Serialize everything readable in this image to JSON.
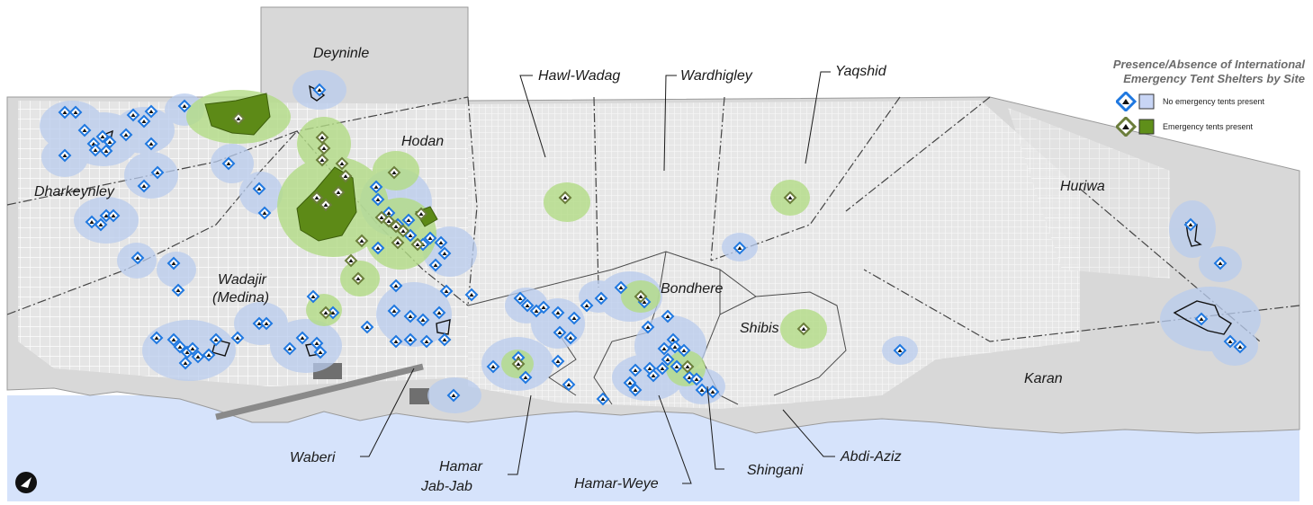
{
  "legend": {
    "title_line1": "Presence/Absence of International",
    "title_line2": "Emergency Tent Shelters by Site",
    "items": [
      {
        "label": "No emergency tents present",
        "diamond_color": "#1f78e0",
        "swatch_color": "#c8d5f5"
      },
      {
        "label": "Emergency tents present",
        "diamond_color": "#6b7d3b",
        "swatch_color": "#5f8f1a"
      }
    ]
  },
  "districts": [
    "Deyninle",
    "Hawl-Wadag",
    "Wardhigley",
    "Yaqshid",
    "Hodan",
    "Dharkeynley",
    "Wadajir",
    "(Medina)",
    "Bondhere",
    "Shibis",
    "Huriwa",
    "Karan",
    "Waberi",
    "Hamar",
    "Jab-Jab",
    "Hamar-Weye",
    "Shingani",
    "Abdi-Aziz"
  ],
  "colors": {
    "sea": "#d6e3fb",
    "land": "#d9d9d9",
    "no_tents_buffer": "#b9ccee",
    "tents_buffer": "#a9d77f",
    "tent_area": "#5d8a17"
  }
}
